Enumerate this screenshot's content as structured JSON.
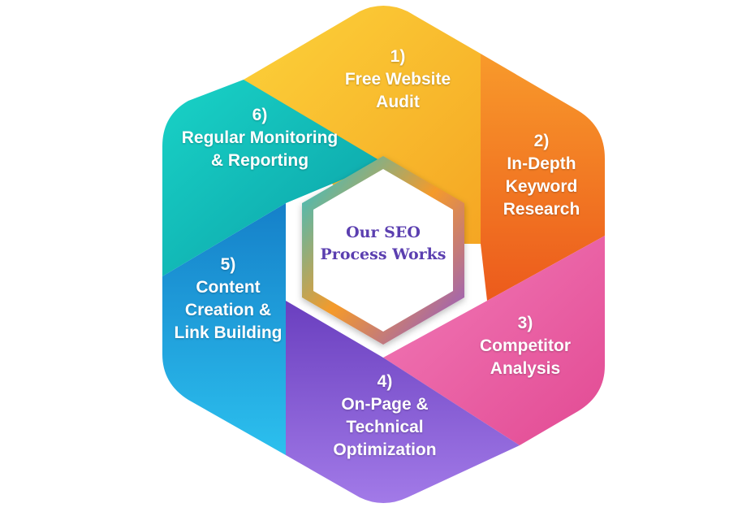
{
  "center": {
    "line1": "Our SEO",
    "line2": "Process Works"
  },
  "steps": [
    {
      "number": "1)",
      "lines": [
        "Free Website",
        "Audit"
      ],
      "color_from": "#fcd23a",
      "color_to": "#f5a623"
    },
    {
      "number": "2)",
      "lines": [
        "In-Depth",
        "Keyword",
        "Research"
      ],
      "color_from": "#f89a2b",
      "color_to": "#ec5a1c"
    },
    {
      "number": "3)",
      "lines": [
        "Competitor",
        "Analysis"
      ],
      "color_from": "#f27bb8",
      "color_to": "#e24a93"
    },
    {
      "number": "4)",
      "lines": [
        "On-Page &",
        "Technical",
        "Optimization"
      ],
      "color_from": "#7a4fc9",
      "color_to": "#9a6fe6"
    },
    {
      "number": "5)",
      "lines": [
        "Content",
        "Creation &",
        "Link Building"
      ],
      "color_from": "#1d8fd4",
      "color_to": "#27b5e8"
    },
    {
      "number": "6)",
      "lines": [
        "Regular Monitoring",
        "& Reporting"
      ],
      "color_from": "#14c9c4",
      "color_to": "#0aa5a8"
    }
  ]
}
